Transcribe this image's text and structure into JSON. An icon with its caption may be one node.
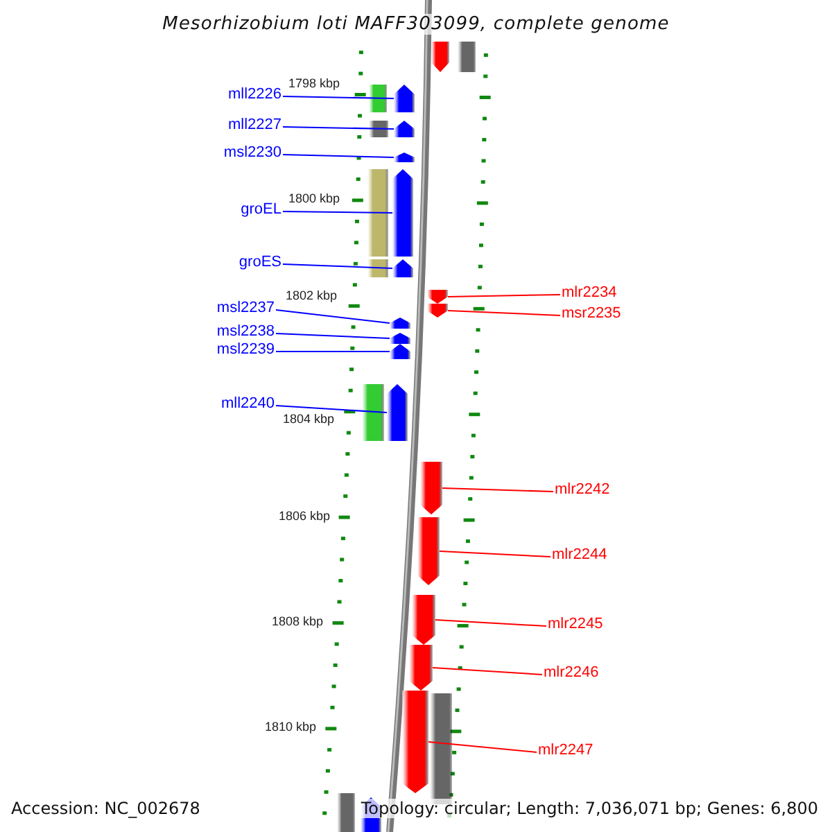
{
  "diagram": {
    "title": "Mesorhizobium loti MAFF303099, complete genome",
    "nodes": [
      {
        "text": [],
        "shape": "arrow"
      },
      {
        "text": [
          "mll2226"
        ]
      },
      {
        "text": [],
        "shape": "arrow"
      },
      {
        "text": [
          "mll2227"
        ]
      },
      {
        "text": [],
        "shape": "arrow"
      },
      {
        "text": [
          "msl2230"
        ]
      },
      {
        "text": [],
        "shape": "arrow"
      },
      {
        "text": [
          "groEL"
        ]
      },
      {
        "text": [],
        "shape": "arrow"
      },
      {
        "text": [
          "groES"
        ]
      },
      {
        "text": [],
        "shape": "arrow"
      },
      {
        "text": [
          "mlr2234"
        ]
      },
      {
        "text": [],
        "shape": "arrow"
      },
      {
        "text": [
          "msr2235"
        ]
      },
      {
        "text": [],
        "shape": "arrow"
      },
      {
        "text": [
          "msl2237"
        ]
      },
      {
        "text": [],
        "shape": "arrow"
      },
      {
        "text": [
          "msl2238"
        ]
      },
      {
        "text": [],
        "shape": "arrow"
      },
      {
        "text": [
          "msl2239"
        ]
      },
      {
        "text": [],
        "shape": "arrow"
      },
      {
        "text": [
          "mll2240"
        ]
      },
      {
        "text": [],
        "shape": "arrow"
      },
      {
        "text": [
          "mlr2242"
        ]
      },
      {
        "text": [],
        "shape": "arrow"
      },
      {
        "text": [
          "mlr2244"
        ]
      },
      {
        "text": [],
        "shape": "arrow"
      },
      {
        "text": [
          "mlr2245"
        ]
      },
      {
        "text": [],
        "shape": "arrow"
      },
      {
        "text": [
          "mlr2246"
        ]
      },
      {
        "text": [],
        "shape": "arrow"
      },
      {
        "text": [
          "mlr2247"
        ]
      },
      {
        "text": [],
        "shape": "arrow"
      },
      {
        "text": [],
        "shape": "arrow"
      }
    ],
    "edges": [
      {
        "from": 1,
        "to": 2,
        "arrow": "none"
      },
      {
        "from": 3,
        "to": 4,
        "arrow": "none"
      },
      {
        "from": 5,
        "to": 6,
        "arrow": "none"
      },
      {
        "from": 7,
        "to": 8,
        "arrow": "none"
      },
      {
        "from": 9,
        "to": 10,
        "arrow": "none"
      },
      {
        "from": 11,
        "to": 12,
        "arrow": "none",
        "color": "#ff0000"
      },
      {
        "from": 13,
        "to": 14,
        "arrow": "none",
        "color": "#ff0000"
      },
      {
        "from": 15,
        "to": 16,
        "arrow": "none"
      },
      {
        "from": 17,
        "to": 18,
        "arrow": "none"
      },
      {
        "from": 19,
        "to": 20,
        "arrow": "none"
      },
      {
        "from": 21,
        "to": 22,
        "arrow": "none"
      },
      {
        "from": 23,
        "to": 24,
        "arrow": "none",
        "color": "#ff0000"
      },
      {
        "from": 25,
        "to": 26,
        "arrow": "none",
        "color": "#ff0000"
      },
      {
        "from": 27,
        "to": 28,
        "arrow": "none",
        "color": "#ff0000"
      },
      {
        "from": 29,
        "to": 30,
        "arrow": "none",
        "color": "#ff0000"
      },
      {
        "from": 31,
        "to": 32,
        "arrow": "none",
        "color": "#ff0000"
      }
    ],
    "labels": [
      "1798 kbp",
      "1800 kbp",
      "1802 kbp",
      "1804 kbp",
      "1806 kbp",
      "1808 kbp",
      "1810 kbp",
      "Accession: NC_002678",
      "Topology: circular; Length: 7,036,071 bp; Genes: 6,800"
    ]
  }
}
